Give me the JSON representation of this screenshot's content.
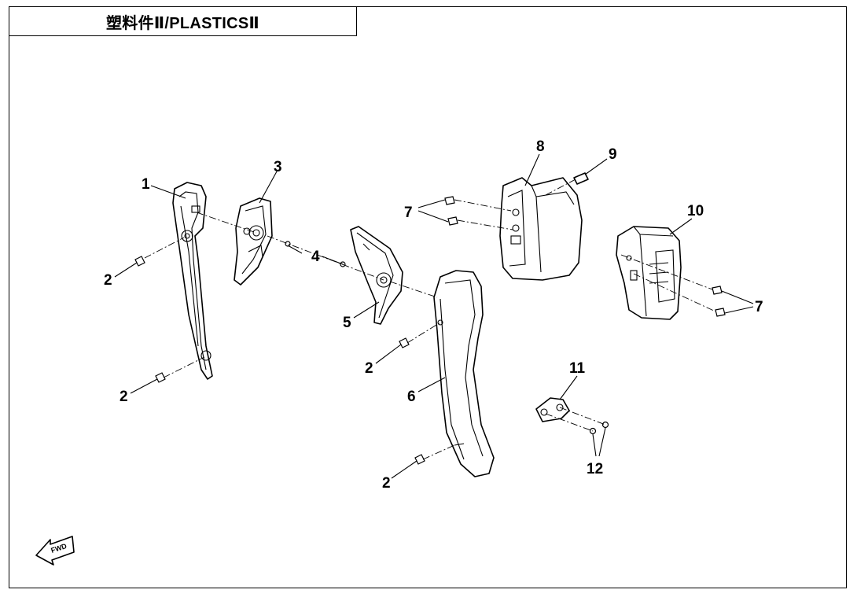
{
  "title": "塑料件Ⅱ/PLASTICSⅡ",
  "callouts": {
    "c1": "1",
    "c2a": "2",
    "c2b": "2",
    "c2c": "2",
    "c2d": "2",
    "c3": "3",
    "c4": "4",
    "c5": "5",
    "c6": "6",
    "c7a": "7",
    "c7b": "7",
    "c8": "8",
    "c9": "9",
    "c10": "10",
    "c11": "11",
    "c12": "12"
  },
  "fwd": "FWD"
}
